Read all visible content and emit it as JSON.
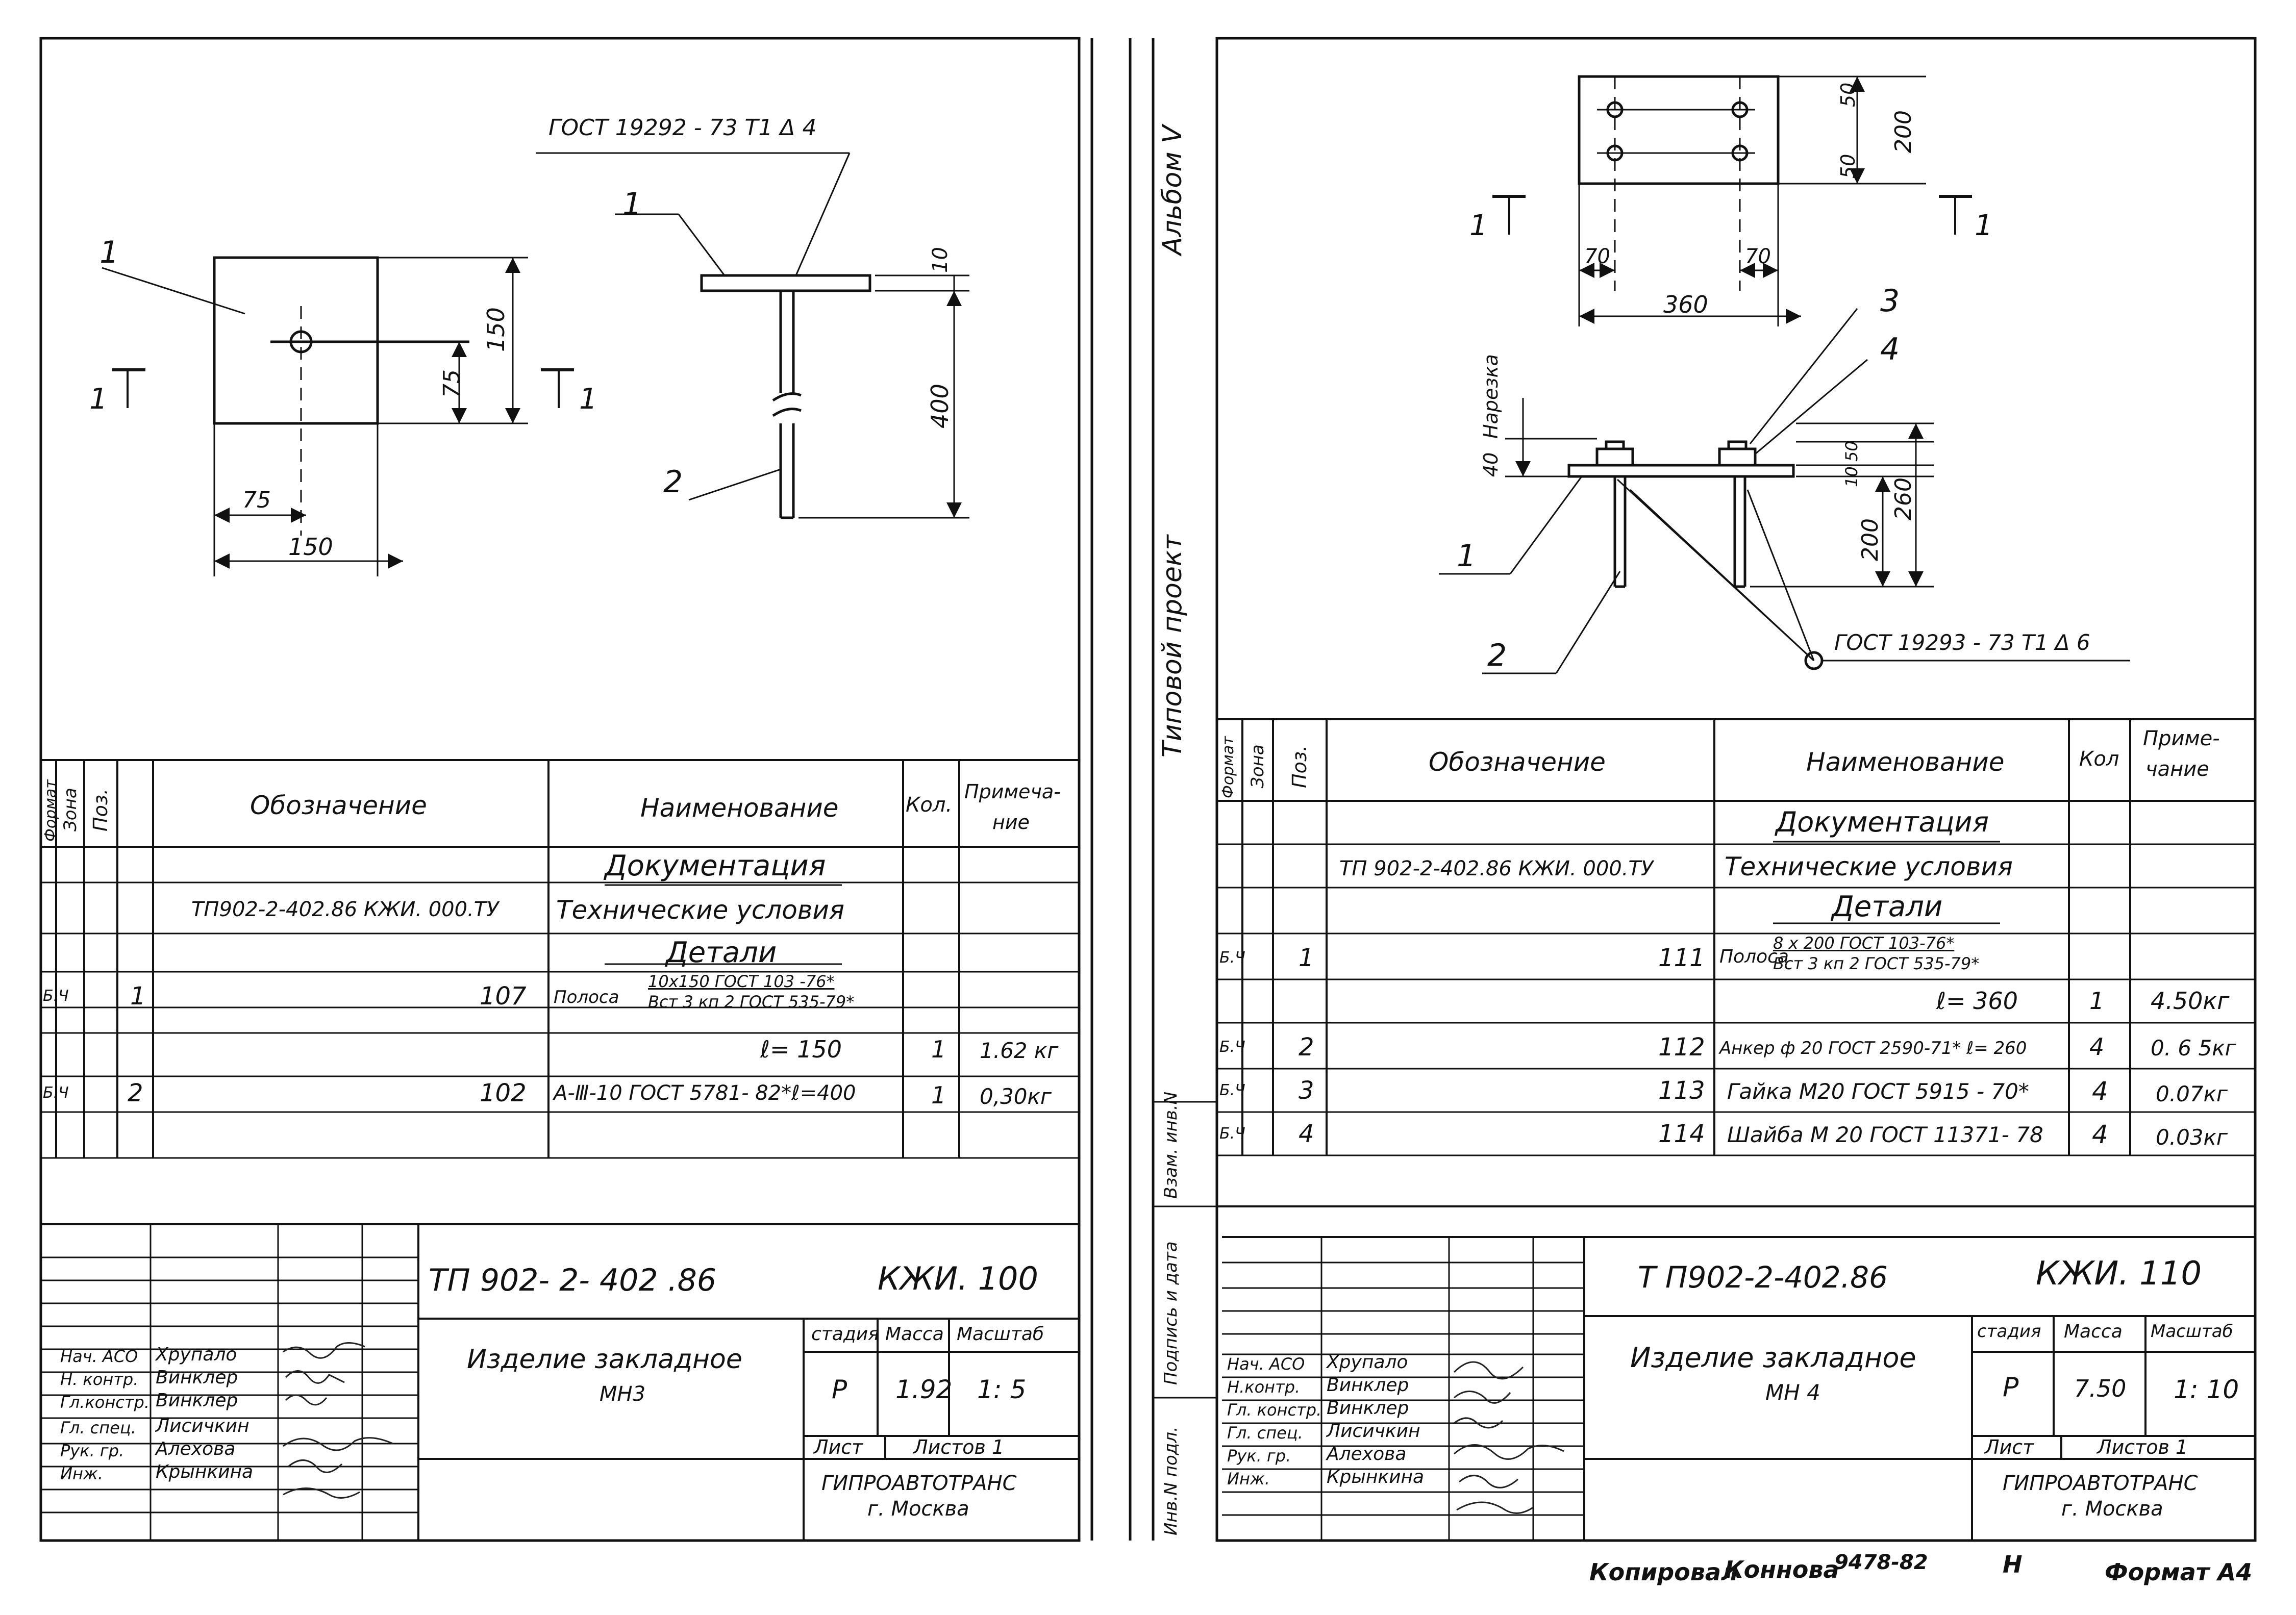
{
  "album_side": {
    "line1": "Альбом Ⅴ",
    "line2": "Типовой   проект"
  },
  "side_stamp": {
    "inv": "Инв.N подл.",
    "sign": "Подпись и дата",
    "zam": "Взам. инв.N"
  },
  "footer": {
    "copied": "Копировал",
    "copier": "Коннова",
    "order": "9478-82",
    "mark": "Н",
    "format": "Формат А4"
  },
  "spec_headers": {
    "format": "Формат",
    "zone": "Зона",
    "pos": "Поз.",
    "designation": "Обозначение",
    "name": "Наименование",
    "qty": "Кол.",
    "note1": "Примеча-",
    "note2": "ние"
  },
  "spec_headers_right": {
    "qty": "Кол",
    "note1": "Приме-",
    "note2": "чание"
  },
  "title_roles": [
    "Нач. АСО",
    "Н. контр.",
    "Гл.констр.",
    "Гл. спец.",
    "Рук. гр.",
    "Инж."
  ],
  "title_roles_right": [
    "Нач. АСО",
    "Н.контр.",
    "Гл. констр.",
    "Гл. спец.",
    "Рук. гр.",
    "Инж."
  ],
  "title_names": [
    "Хрупало",
    "Винклер",
    "Винклер",
    "Лисичкин",
    "Алехова",
    "Крынкина"
  ],
  "stamp_labels": {
    "stage": "стадия",
    "mass": "Масса",
    "scale": "Масштаб",
    "sheet": "Лист",
    "sheets": "Листов 1",
    "org1": "ГИПРОАВТОТРАНС",
    "org2": "г. Москва"
  },
  "left": {
    "weld_note": "ГОСТ 19292 - 73   Т1 Δ 4",
    "callouts": {
      "p1a": "1",
      "p1b": "1",
      "p2": "2"
    },
    "section": {
      "a": "1",
      "b": "1"
    },
    "dims": {
      "w150": "150",
      "w75": "75",
      "h150": "150",
      "h75": "75",
      "t10": "10",
      "l400": "400"
    },
    "spec": {
      "section_doc": "Документация",
      "doc_code": "ТП902-2-402.86  КЖИ. 000.ТУ",
      "doc_name": "Технические условия",
      "section_parts": "Детали",
      "row1": {
        "format": "Б.Ч",
        "pos": "1",
        "designation": "107",
        "name_prefix": "Полоса",
        "name_num": "10х150 ГОСТ 103 -76*",
        "name_den": "Вст 3 кп 2 ГОСТ 535-79*"
      },
      "row1b": {
        "name": "ℓ= 150",
        "qty": "1",
        "note": "1.62 кг"
      },
      "row2": {
        "format": "Б.Ч",
        "pos": "2",
        "designation": "102",
        "name": "А-Ⅲ-10 ГОСТ 5781- 82*ℓ=400",
        "qty": "1",
        "note": "0,30кг"
      }
    },
    "title": {
      "code": "ТП 902- 2- 402 .86",
      "mark": "КЖИ. 100",
      "name1": "Изделие закладное",
      "name2": "МН3",
      "stage": "Р",
      "mass": "1.92",
      "scale": "1: 5"
    }
  },
  "right": {
    "weld_note": "ГОСТ 19293 - 73   Т1 Δ 6",
    "thread_label": "Нарезка",
    "callouts": {
      "p1": "1",
      "p2": "2",
      "p3": "3",
      "p4": "4"
    },
    "section": {
      "a": "1",
      "b": "1"
    },
    "dims": {
      "d50a": "50",
      "d50b": "50",
      "d200": "200",
      "d70a": "70",
      "d70b": "70",
      "d360": "360",
      "d40": "40",
      "d50c": "50",
      "d10": "10",
      "d200b": "200",
      "d260": "260"
    },
    "spec": {
      "section_doc": "Документация",
      "doc_code": "ТП 902-2-402.86   КЖИ. 000.ТУ",
      "doc_name": "Технические условия",
      "section_parts": "Детали",
      "row1": {
        "format": "Б.Ч",
        "pos": "1",
        "designation": "111",
        "name_prefix": "Полоса",
        "name_num": "8 х 200 ГОСТ 103-76*",
        "name_den": "Вст 3 кп 2 ГОСТ 535-79*"
      },
      "row1b": {
        "name": "ℓ= 360",
        "qty": "1",
        "note": "4.50кг"
      },
      "row2": {
        "format": "Б.Ч",
        "pos": "2",
        "designation": "112",
        "name": "Анкер ф 20 ГОСТ 2590-71* ℓ= 260",
        "qty": "4",
        "note": "0. 6 5кг"
      },
      "row3": {
        "format": "Б.Ч",
        "pos": "3",
        "designation": "113",
        "name": "Гайка М20 ГОСТ 5915 - 70*",
        "qty": "4",
        "note": "0.07кг"
      },
      "row4": {
        "format": "Б.Ч",
        "pos": "4",
        "designation": "114",
        "name": "Шайба М 20 ГОСТ 11371- 78",
        "qty": "4",
        "note": "0.03кг"
      }
    },
    "title": {
      "code": "Т П902-2-402.86",
      "mark": "КЖИ. 110",
      "name1": "Изделие закладное",
      "name2": "МН 4",
      "stage": "Р",
      "mass": "7.50",
      "scale": "1: 10"
    }
  }
}
